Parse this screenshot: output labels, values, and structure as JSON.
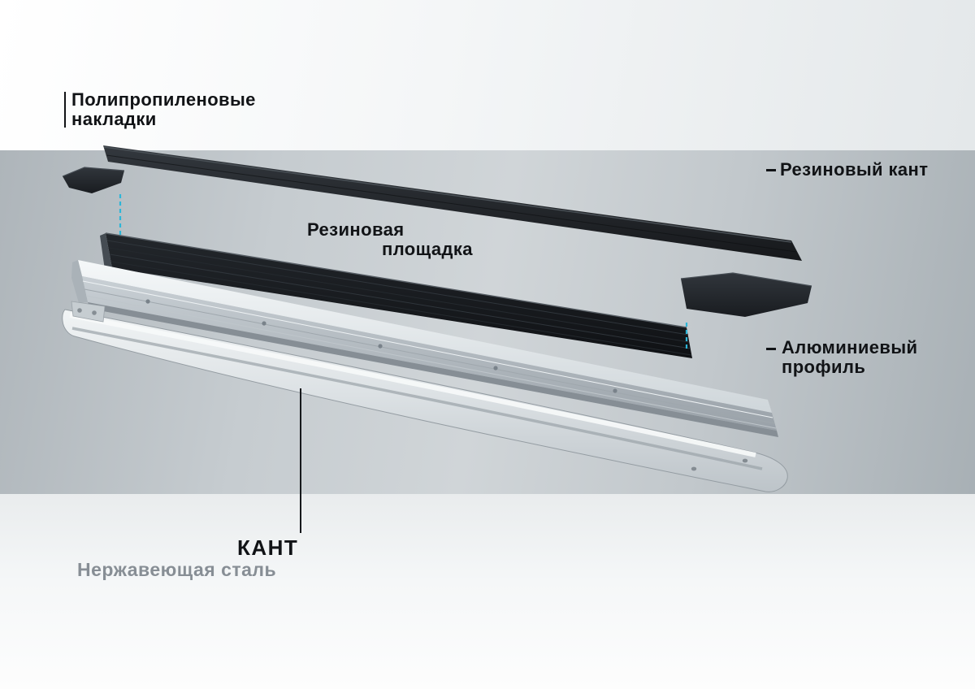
{
  "diagram": {
    "brand": "КАНТ",
    "material": "Нержавеющая сталь",
    "labels": {
      "polypropylene_caps_line1": "Полипропиленовые",
      "polypropylene_caps_line2": "накладки",
      "rubber_edging": "Резиновый кант",
      "rubber_pad_line1": "Резиновая",
      "rubber_pad_line2": "площадка",
      "aluminum_profile_line1": "Алюминиевый",
      "aluminum_profile_line2": "профиль"
    },
    "parts": [
      {
        "id": "rubber-edging-strip",
        "name": "Резиновый кант"
      },
      {
        "id": "polypropylene-cap-left",
        "name": "Полипропиленовые накладки"
      },
      {
        "id": "polypropylene-cap-right",
        "name": "Полипропиленовые накладки"
      },
      {
        "id": "rubber-pad",
        "name": "Резиновая площадка"
      },
      {
        "id": "aluminum-profile",
        "name": "Алюминиевый профиль"
      },
      {
        "id": "stainless-steel-edging",
        "name": "Нержавеющая сталь"
      }
    ],
    "colors": {
      "accent_dashed_line": "#2db6d8",
      "text_primary": "#111316",
      "text_muted": "#878e95",
      "band_background": "#c3c9cd",
      "rubber_dark": "#17191c",
      "aluminum": "#ccd3d8",
      "steel": "#dfe3e6"
    }
  }
}
